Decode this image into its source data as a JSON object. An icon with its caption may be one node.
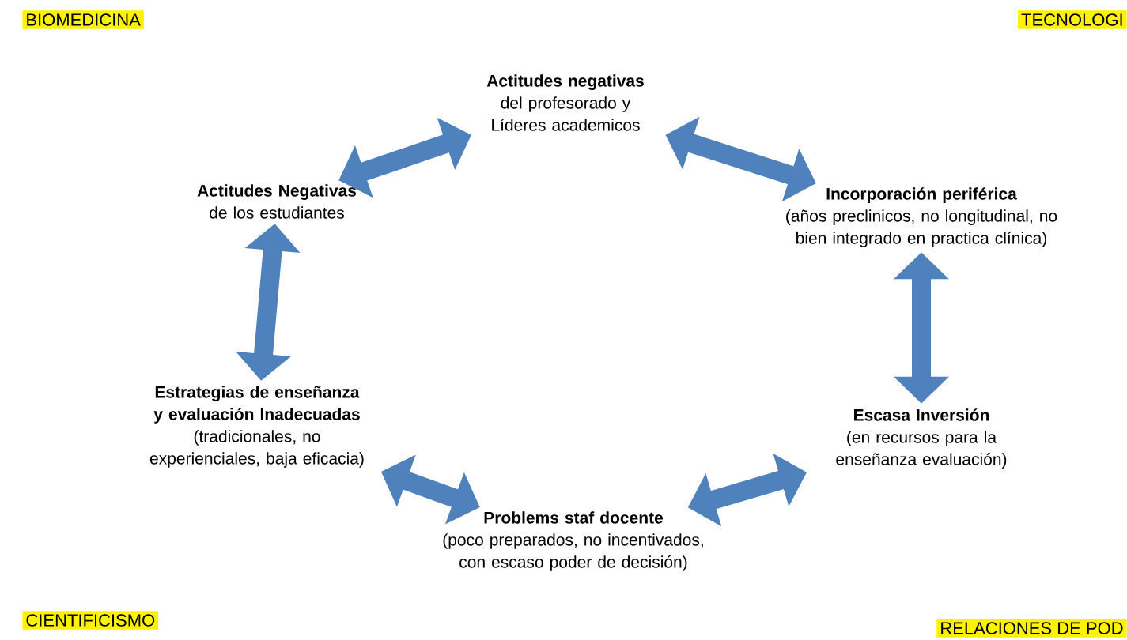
{
  "diagram": {
    "nodes": [
      {
        "text": [
          "Actitudes negativas",
          "del profesorado y Líderes academicos"
        ]
      },
      {
        "text": [
          "**Actitudes Negativas** de los estudiantes"
        ]
      },
      {
        "text": [
          "Incorporación periférica",
          "(años preclinicos, no longitudinal, no bien integrado en practica clínica)"
        ]
      },
      {
        "text": [
          "Estrategias de enseñanza y evaluación Inadecuadas",
          "(tradicionales, no experienciales, baja eficacia)"
        ]
      },
      {
        "text": [
          "Escasa Inversión",
          "(en recursos para la enseñanza evaluación)"
        ]
      },
      {
        "text": [
          "Problems staf docente",
          "(poco preparados, no incentivados, con escaso poder de decisión)"
        ]
      }
    ],
    "edges": [
      {
        "from": 1,
        "to": 0,
        "arrow": "both"
      },
      {
        "from": 0,
        "to": 2,
        "arrow": "both"
      },
      {
        "from": 1,
        "to": 3,
        "arrow": "both"
      },
      {
        "from": 2,
        "to": 4,
        "arrow": "both"
      },
      {
        "from": 3,
        "to": 5,
        "arrow": "both"
      },
      {
        "from": 5,
        "to": 4,
        "arrow": "both"
      }
    ],
    "labels": [
      "BIOMEDICINA",
      "TECNOLOGI",
      "CIENTIFICISMO",
      "RELACIONES DE POD"
    ]
  }
}
